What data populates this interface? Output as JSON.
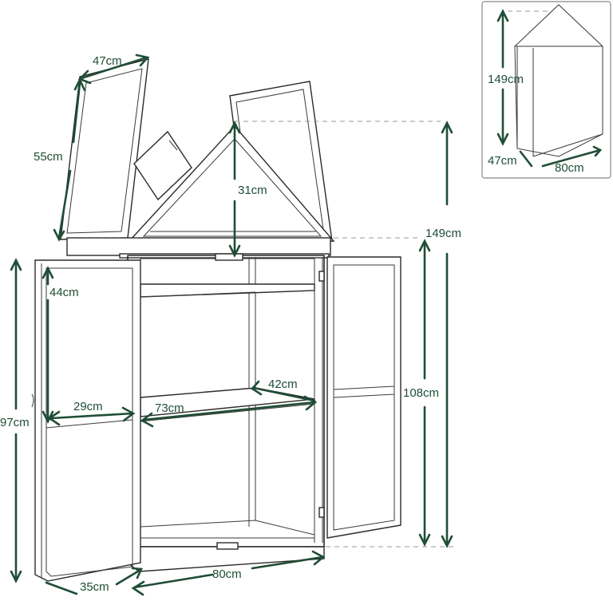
{
  "dimensions": {
    "lid_width": "47cm",
    "lid_height": "55cm",
    "roof_height": "31cm",
    "total_height": "149cm",
    "door_height_inner": "44cm",
    "door_width": "29cm",
    "shelf_width": "73cm",
    "shelf_depth": "42cm",
    "cabinet_height": "97cm",
    "body_height": "108cm",
    "base_depth": "35cm",
    "base_width": "80cm"
  },
  "thumbnail": {
    "height": "149cm",
    "depth": "47cm",
    "width": "80cm"
  },
  "colors": {
    "dimension": "#1f4d36",
    "outline": "#2a2a2a",
    "guide": "#9a9a9a"
  }
}
